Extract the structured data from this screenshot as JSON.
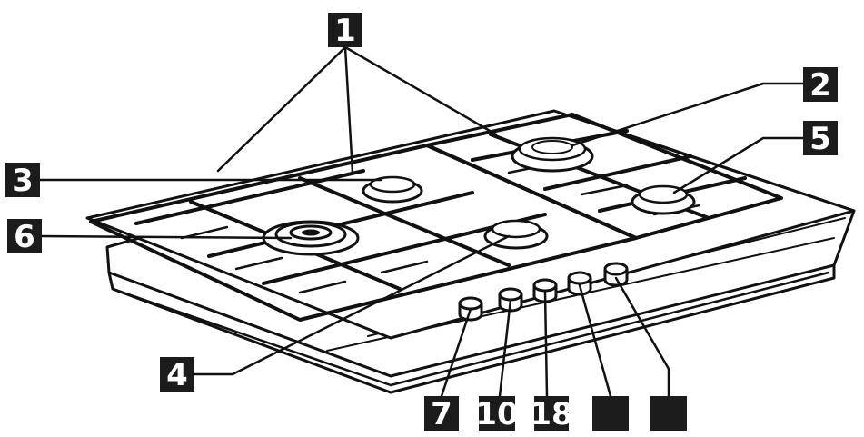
{
  "callouts": {
    "c1": "1",
    "c2": "2",
    "c3": "3",
    "c4": "4",
    "c5": "5",
    "c6": "6",
    "c7": "7",
    "c10": "10",
    "c18": "18",
    "c_blank_a": "",
    "c_blank_b": ""
  },
  "colors": {
    "badge": "#1c1c1c",
    "line": "#111111",
    "background": "#ffffff"
  }
}
